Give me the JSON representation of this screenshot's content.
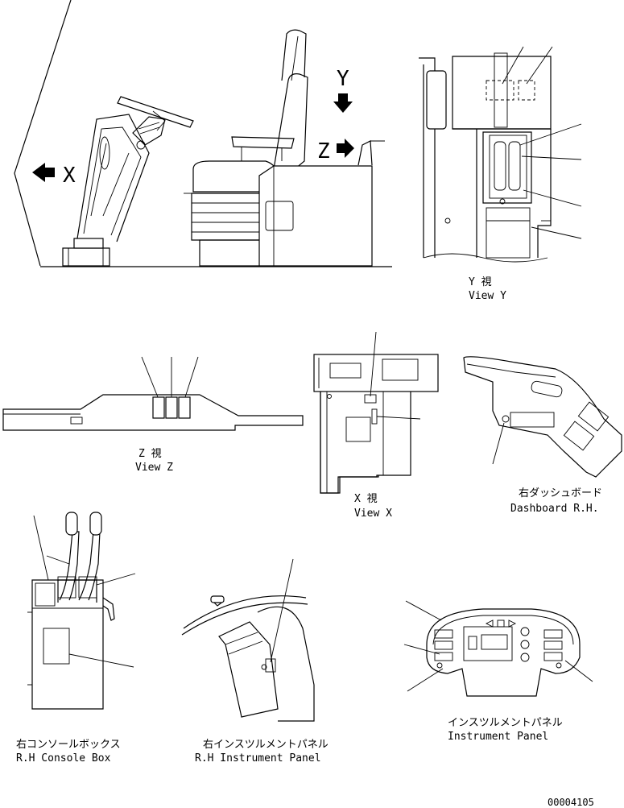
{
  "arrows": {
    "x_letter": "X",
    "y_letter": "Y",
    "z_letter": "Z"
  },
  "views": {
    "view_y": {
      "jp": "Y 視",
      "en": "View Y"
    },
    "view_z": {
      "jp": "Z 視",
      "en": "View Z"
    },
    "view_x": {
      "jp": "X 視",
      "en": "View X"
    },
    "dashboard_rh": {
      "jp": "右ダッシュボード",
      "en": "Dashboard R.H."
    },
    "console_box": {
      "jp": "右コンソールボックス",
      "en": "R.H Console Box"
    },
    "rh_instrument_panel": {
      "jp": "右インスツルメントパネル",
      "en": "R.H Instrument Panel"
    },
    "instrument_panel": {
      "jp": "インスツルメントパネル",
      "en": "Instrument Panel"
    }
  },
  "drawing_number": "00004105"
}
